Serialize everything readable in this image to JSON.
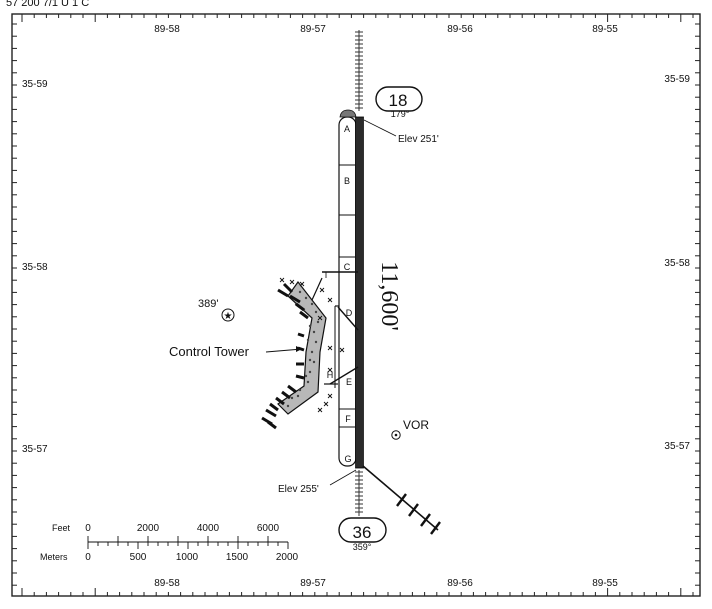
{
  "header_text": "57 200    7/1 U 1 C",
  "coords": {
    "top": [
      "89-58",
      "89-57",
      "89-56",
      "89-55"
    ],
    "bottom": [
      "89-58",
      "89-57",
      "89-56",
      "89-55"
    ],
    "left": [
      "35-59",
      "35-58",
      "35-57"
    ],
    "right": [
      "35-59",
      "35-58",
      "35-57"
    ]
  },
  "runway": {
    "north_number": "18",
    "north_heading": "179°",
    "south_number": "36",
    "south_heading": "359°",
    "length": "11,600'",
    "elev_north": "Elev 251'",
    "elev_south": "Elev 255'"
  },
  "taxiways": {
    "parallel": [
      "A",
      "B",
      "C",
      "D",
      "E",
      "F",
      "G"
    ],
    "connectors": [
      "I",
      "H"
    ]
  },
  "features": {
    "control_tower": "Control Tower",
    "obstacle": "389'",
    "vor": "VOR"
  },
  "scale": {
    "feet_label": "Feet",
    "feet_ticks": [
      "0",
      "2000",
      "4000",
      "6000"
    ],
    "meters_label": "Meters",
    "meters_ticks": [
      "0",
      "500",
      "1000",
      "1500",
      "2000"
    ]
  }
}
